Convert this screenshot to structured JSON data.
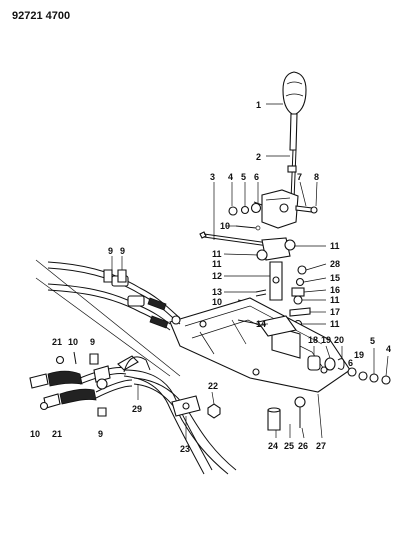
{
  "header": {
    "code": "92721 4700"
  },
  "callouts": [
    "1",
    "2",
    "3",
    "4",
    "5",
    "6",
    "7",
    "8",
    "9",
    "9",
    "10",
    "11",
    "11",
    "12",
    "13",
    "11",
    "28",
    "15",
    "16",
    "11",
    "17",
    "10",
    "14",
    "11",
    "18",
    "19",
    "20",
    "5",
    "19",
    "6",
    "4",
    "21",
    "10",
    "9",
    "22",
    "29",
    "10",
    "21",
    "9",
    "23",
    "24",
    "25",
    "26",
    "27"
  ]
}
